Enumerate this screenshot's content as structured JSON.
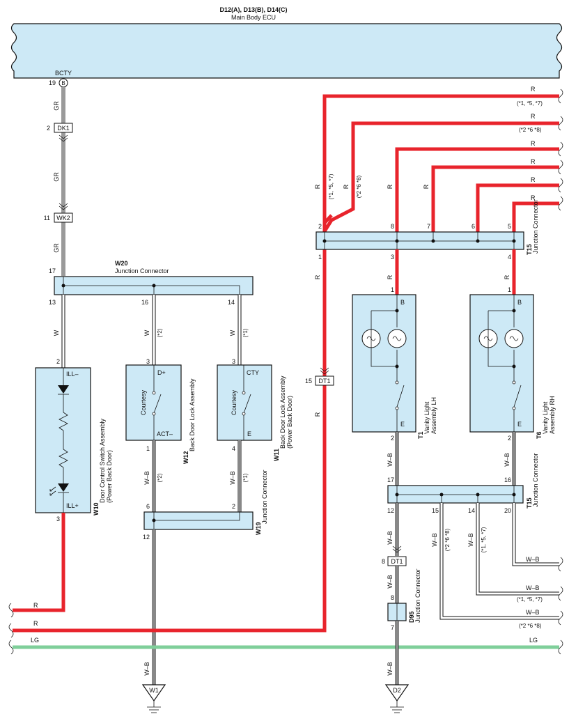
{
  "ecu": {
    "title": "D12(A), D13(B), D14(C)",
    "name": "Main Body ECU",
    "terminal_label": "BCTY",
    "pin": "19",
    "pin_letter": "B"
  },
  "connectors": {
    "dk1": {
      "name": "DK1",
      "pin": "2"
    },
    "wk2": {
      "name": "WK2",
      "pin": "11"
    },
    "dt1_left": {
      "name": "DT1",
      "pin": "15"
    },
    "dt1_right": {
      "name": "DT1",
      "pin": "8"
    }
  },
  "w20": {
    "code": "W20",
    "name": "Junction Connector",
    "pins": {
      "p17": "17",
      "p13": "13",
      "p16": "16",
      "p14": "14"
    }
  },
  "w19": {
    "code": "W19",
    "name": "Junction Connector",
    "pins": {
      "p6": "6",
      "p2": "2",
      "p12": "12"
    }
  },
  "t15_top": {
    "code": "T15",
    "name": "Junction Connector",
    "pins": {
      "p2": "2",
      "p8": "8",
      "p7": "7",
      "p6": "6",
      "p5": "5",
      "p1": "1",
      "p3": "3",
      "p4": "4"
    }
  },
  "t15_bottom": {
    "code": "T15",
    "name": "Junction Connector",
    "pins": {
      "p17": "17",
      "p16": "16",
      "p12": "12",
      "p15": "15",
      "p14": "14",
      "p20": "20"
    }
  },
  "d95": {
    "code": "D95",
    "name": "Junction Connector",
    "pin_in": "8",
    "pin_out": "7"
  },
  "w10": {
    "code": "W10",
    "name_line1": "Door Control Switch Assembly",
    "name_line2": "(Power Back Door)",
    "top_label": "ILL–",
    "bottom_label": "ILL+",
    "pin_top": "2",
    "pin_bottom": "3"
  },
  "w12": {
    "code": "W12",
    "name": "Back Door Lock Assembly",
    "switch": "Courtesy",
    "top_label": "D+",
    "bottom_label": "ACT–",
    "pin_top": "3",
    "pin_bottom": "1"
  },
  "w11": {
    "code": "W11",
    "name_line1": "Back Door Lock Assembly",
    "name_line2": "(Power Back Door)",
    "switch": "Courtesy",
    "top_label": "CTY",
    "bottom_label": "E",
    "pin_top": "3",
    "pin_bottom": "4"
  },
  "t1": {
    "code": "T1",
    "name_line1": "Vanity Light",
    "name_line2": "Assembly LH",
    "top_label": "B",
    "bottom_label": "E",
    "pin_top": "1",
    "pin_bottom": "2"
  },
  "t6": {
    "code": "T6",
    "name_line1": "Vanity Light",
    "name_line2": "Assembly RH",
    "top_label": "B",
    "bottom_label": "E",
    "pin_top": "1",
    "pin_bottom": "2"
  },
  "grounds": {
    "w1": "W1",
    "d2": "D2"
  },
  "wire_colors": {
    "gr": "GR",
    "w": "W",
    "r": "R",
    "wb": "W–B",
    "lg": "LG"
  },
  "notes": {
    "n157": "(*1, *5, *7)",
    "n268": "(*2 *6 *8)",
    "n1": "(*1)",
    "n2": "(*2)"
  },
  "colors": {
    "red_wire": "#e8242c",
    "gray_wire": "#9a9a9a",
    "green_wire": "#7fcf9a",
    "component_fill": "#cde9f6"
  }
}
